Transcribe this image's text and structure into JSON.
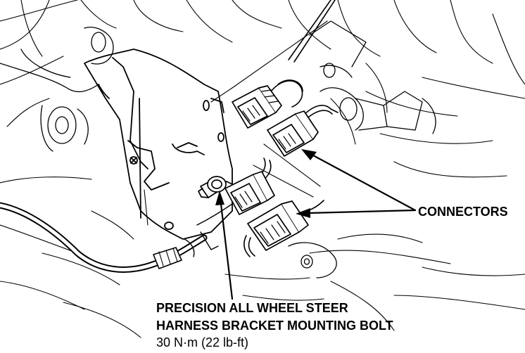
{
  "callouts": {
    "connectors": "CONNECTORS",
    "bolt_line1": "PRECISION ALL WHEEL STEER",
    "bolt_line2": "HARNESS BRACKET MOUNTING BOLT",
    "torque": "30 N·m (22 lb-ft)"
  },
  "colors": {
    "ink": "#000000",
    "paper": "#ffffff"
  }
}
